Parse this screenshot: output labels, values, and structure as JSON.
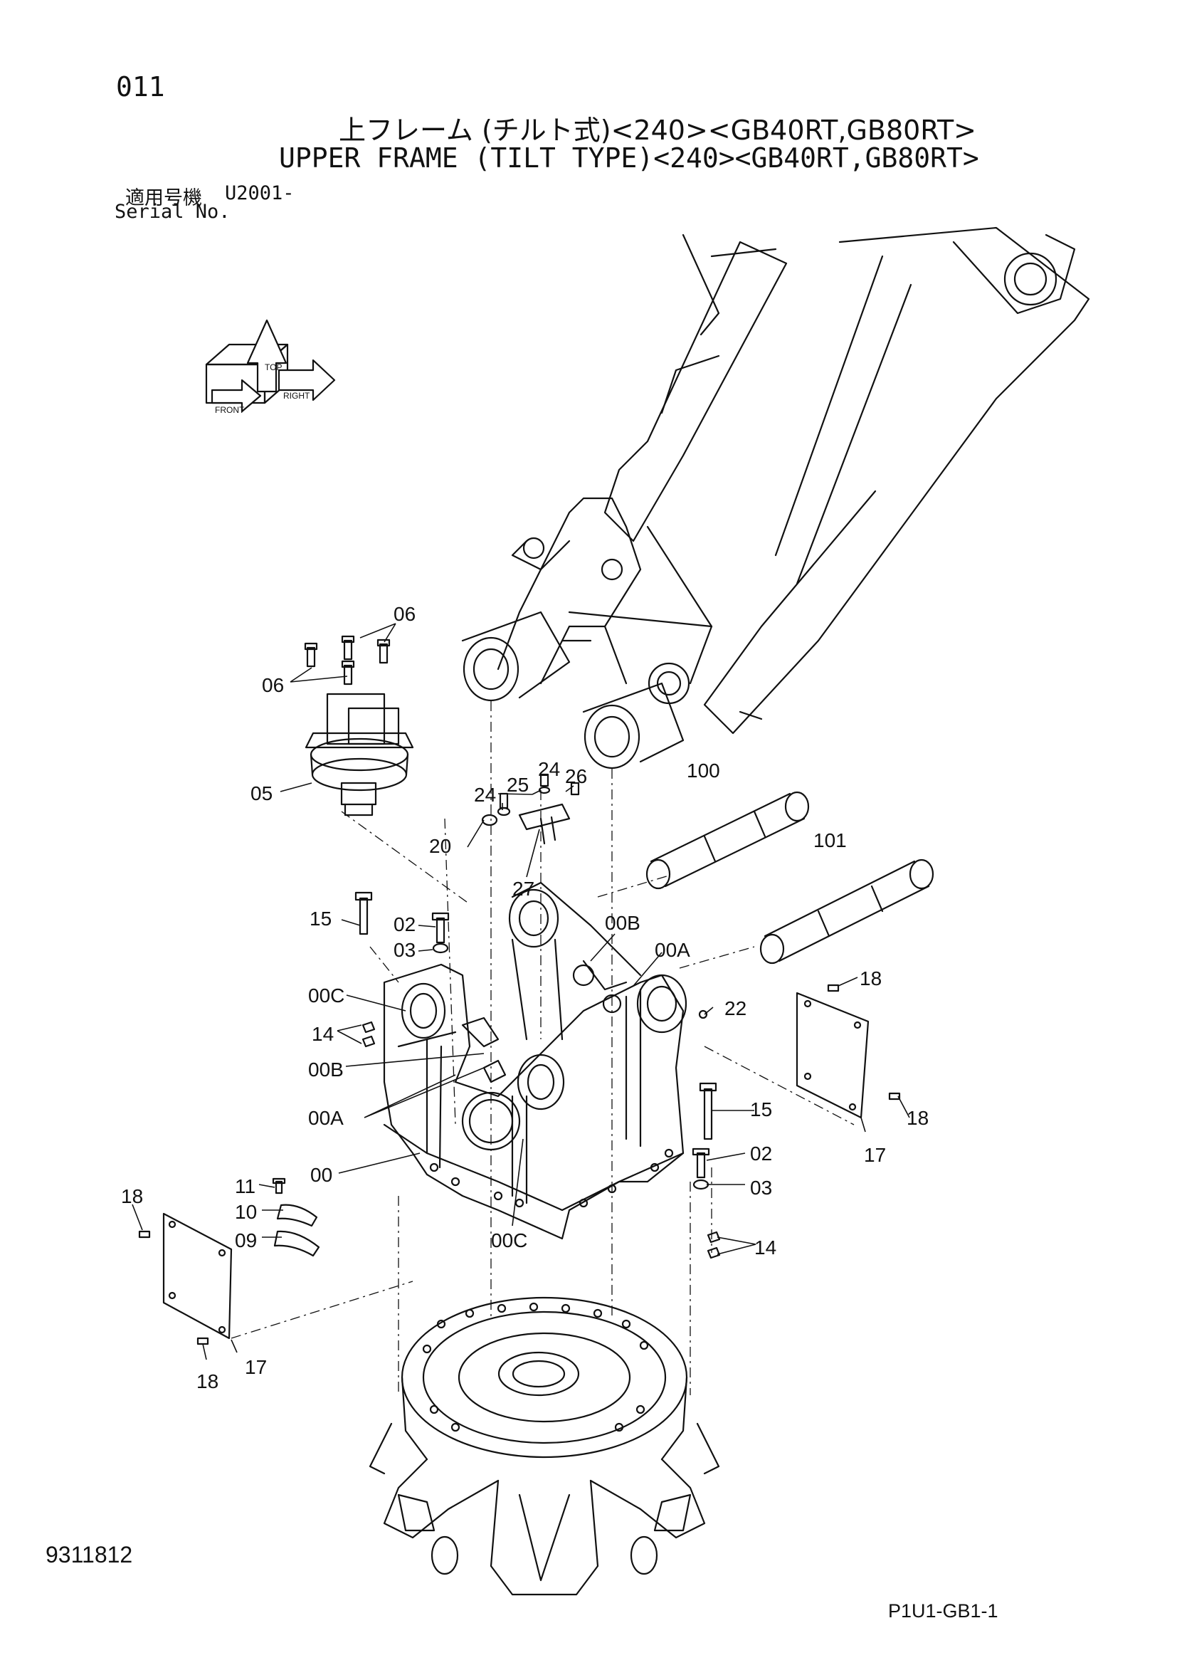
{
  "header": {
    "page_number": "011",
    "title_jp": "上フレーム (チルト式)<240><GB40RT,GB80RT>",
    "title_en": "UPPER FRAME (TILT TYPE)<240><GB40RT,GB80RT>",
    "serial_label_jp": "適用号機",
    "serial_value": "U2001-",
    "serial_label_en": "Serial No."
  },
  "orientation": {
    "top": "TOP",
    "front": "FRONT",
    "right": "RIGHT"
  },
  "callouts": [
    "06",
    "06",
    "05",
    "24",
    "25",
    "24",
    "26",
    "20",
    "27",
    "100",
    "101",
    "15",
    "02",
    "03",
    "00B",
    "00A",
    "00C",
    "14",
    "00B",
    "00A",
    "22",
    "18",
    "18",
    "15",
    "17",
    "00",
    "02",
    "03",
    "11",
    "10",
    "09",
    "18",
    "17",
    "18",
    "00C",
    "14"
  ],
  "footer": {
    "document_id": "9311812",
    "page_code": "P1U1-GB1-1"
  }
}
